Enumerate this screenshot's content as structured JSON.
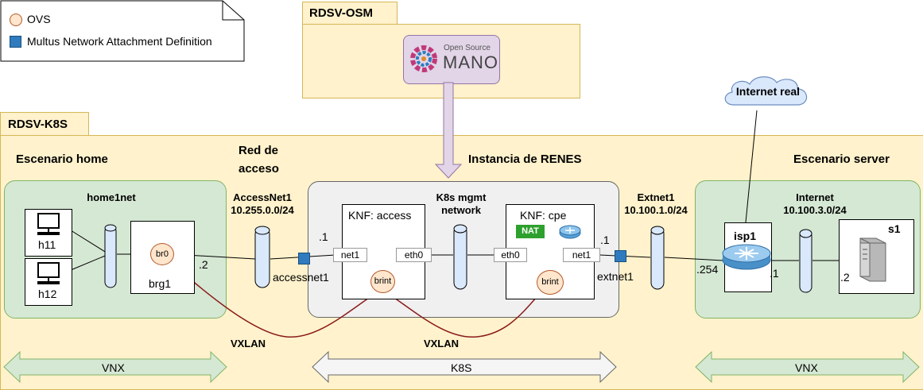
{
  "legend": {
    "ovs_label": "OVS",
    "nad_label": "Multus Network Attachment Definition"
  },
  "osm": {
    "title": "RDSV-OSM",
    "logo_top": "Open Source",
    "logo_bottom": "MANO"
  },
  "k8s": {
    "title": "RDSV-K8S"
  },
  "home": {
    "title": "Escenario home",
    "net_name": "home1net",
    "hosts": [
      "h11",
      "h12"
    ],
    "brg_name": "brg1",
    "bridge": "br0",
    "brg_ip": ".2"
  },
  "access_net": {
    "title_line1": "Red de",
    "title_line2": "acceso",
    "name": "AccessNet1",
    "subnet": "10.255.0.0/24",
    "attachment": "accessnet1",
    "ip": ".1"
  },
  "renes": {
    "title": "Instancia de RENES",
    "mgmt_line1": "K8s mgmt",
    "mgmt_line2": "network",
    "knf_access": {
      "title": "KNF: access",
      "if1": "net1",
      "if2": "eth0",
      "bridge": "brint"
    },
    "knf_cpe": {
      "title": "KNF: cpe",
      "nat": "NAT",
      "if1": "eth0",
      "if2": "net1",
      "bridge": "brint",
      "ip": ".1"
    }
  },
  "ext_net": {
    "name": "Extnet1",
    "subnet": "10.100.1.0/24",
    "attachment": "extnet1"
  },
  "server": {
    "title": "Escenario server",
    "internet_name": "Internet",
    "internet_subnet": "10.100.3.0/24",
    "isp_name": "isp1",
    "isp_ip_ext": ".254",
    "isp_ip_int": ".1",
    "server_name": "s1",
    "server_ip": ".2",
    "cloud": "Internet real"
  },
  "tunnels": {
    "left": "VXLAN",
    "right": "VXLAN"
  },
  "arrows": {
    "left": "VNX",
    "center": "K8S",
    "right": "VNX"
  },
  "colors": {
    "k8s_bg": "#fff2cc",
    "k8s_border": "#d6b656",
    "scenario_bg": "#d5e8d4",
    "scenario_border": "#82b366",
    "vxlan": "#8b1a1a",
    "bridge_fill": "#dae8fc",
    "mano_fill": "#e1d5e7"
  }
}
